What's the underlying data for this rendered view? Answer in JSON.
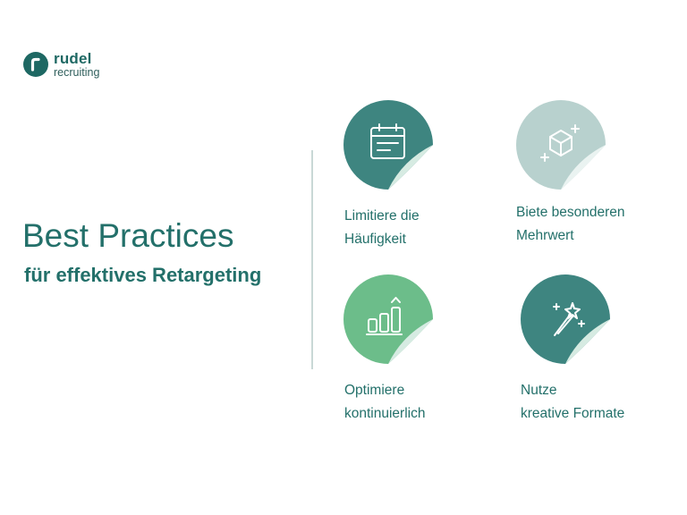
{
  "logo": {
    "name": "rudel",
    "sub": "recruiting"
  },
  "heading": {
    "title": "Best Practices",
    "subtitle": "für effektives Retargeting"
  },
  "practices": [
    {
      "line1": "Limitiere die",
      "line2": "Häufigkeit",
      "icon": "calendar-icon",
      "color": "#3e8580"
    },
    {
      "line1": "Biete besonderen",
      "line2": "Mehrwert",
      "icon": "gem-sparkle-icon",
      "color": "#b8d1ce"
    },
    {
      "line1": "Optimiere",
      "line2": "kontinuierlich",
      "icon": "growth-chart-icon",
      "color": "#6cbd8a"
    },
    {
      "line1": "Nutze",
      "line2": "kreative Formate",
      "icon": "magic-wand-icon",
      "color": "#3e8580"
    }
  ],
  "colors": {
    "brand": "#1e6863",
    "teal": "#3e8580",
    "pale_teal": "#b8d1ce",
    "green": "#6cbd8a",
    "peel": "#d6ebe2"
  }
}
